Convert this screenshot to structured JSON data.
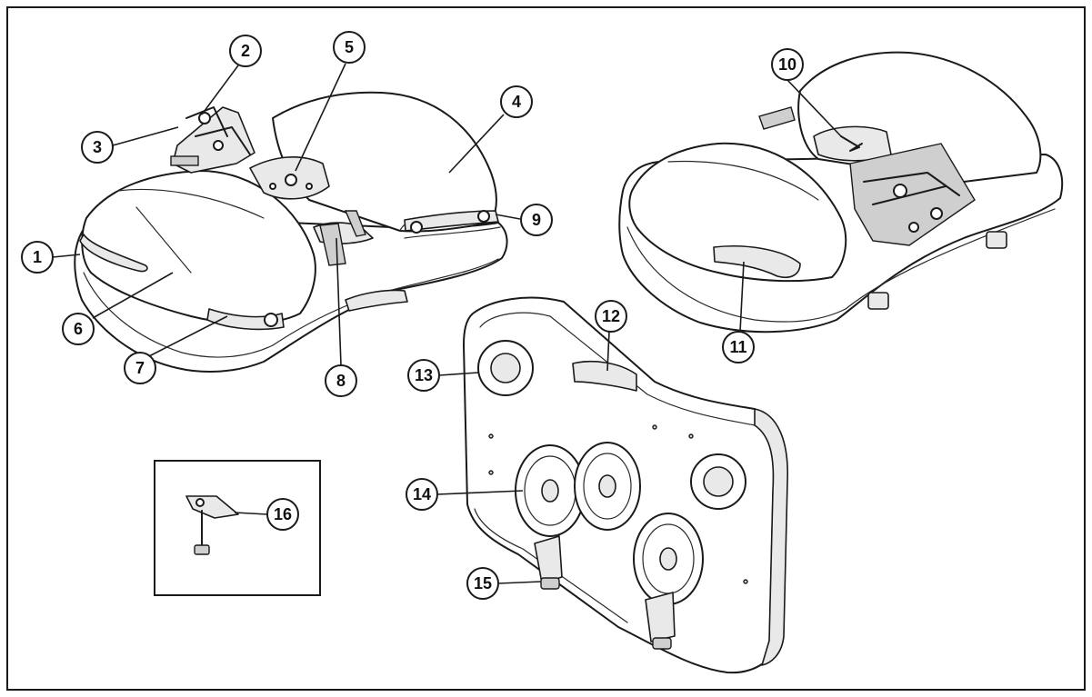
{
  "callouts": [
    {
      "id": 1,
      "label": "1"
    },
    {
      "id": 2,
      "label": "2"
    },
    {
      "id": 3,
      "label": "3"
    },
    {
      "id": 4,
      "label": "4"
    },
    {
      "id": 5,
      "label": "5"
    },
    {
      "id": 6,
      "label": "6"
    },
    {
      "id": 7,
      "label": "7"
    },
    {
      "id": 8,
      "label": "8"
    },
    {
      "id": 9,
      "label": "9"
    },
    {
      "id": 10,
      "label": "10"
    },
    {
      "id": 11,
      "label": "11"
    },
    {
      "id": 12,
      "label": "12"
    },
    {
      "id": 13,
      "label": "13"
    },
    {
      "id": 14,
      "label": "14"
    },
    {
      "id": 15,
      "label": "15"
    },
    {
      "id": 16,
      "label": "16"
    }
  ]
}
